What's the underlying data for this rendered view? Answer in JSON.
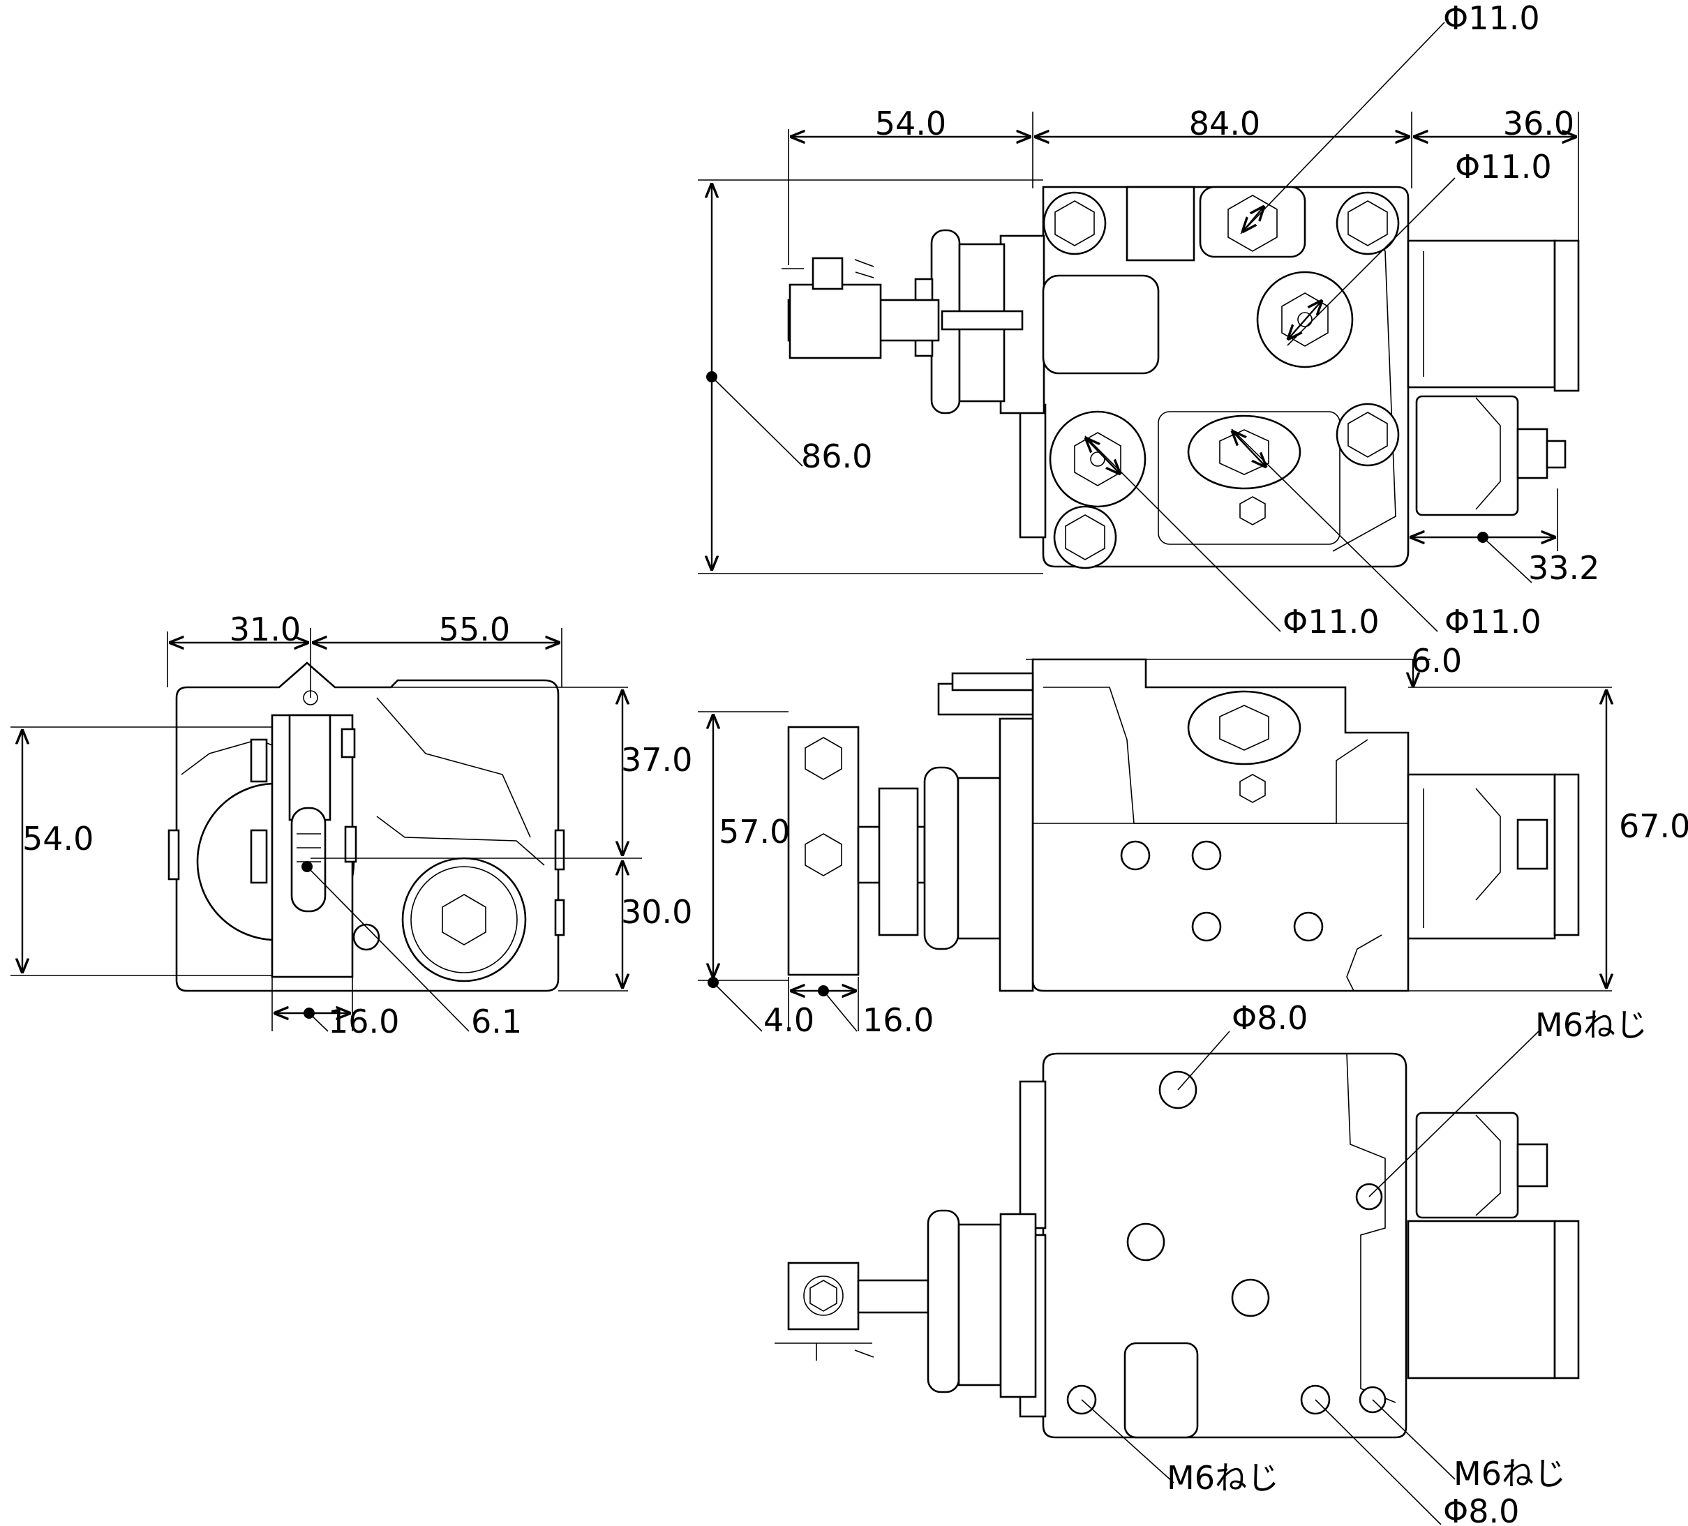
{
  "drawing": {
    "top_view": {
      "dims": [
        "54.0",
        "84.0",
        "36.0",
        "86.0",
        "33.2"
      ],
      "diameters": [
        "Φ11.0",
        "Φ11.0",
        "Φ11.0",
        "Φ11.0"
      ]
    },
    "side_view": {
      "dims": [
        "31.0",
        "55.0",
        "54.0",
        "37.0",
        "30.0",
        "16.0",
        "6.1"
      ]
    },
    "front_view": {
      "dims": [
        "6.0",
        "57.0",
        "67.0",
        "4.0",
        "16.0"
      ]
    },
    "bottom_view": {
      "callouts": [
        "Φ8.0",
        "M6ねじ",
        "M6ねじ",
        "M6ねじ",
        "Φ8.0"
      ]
    }
  }
}
